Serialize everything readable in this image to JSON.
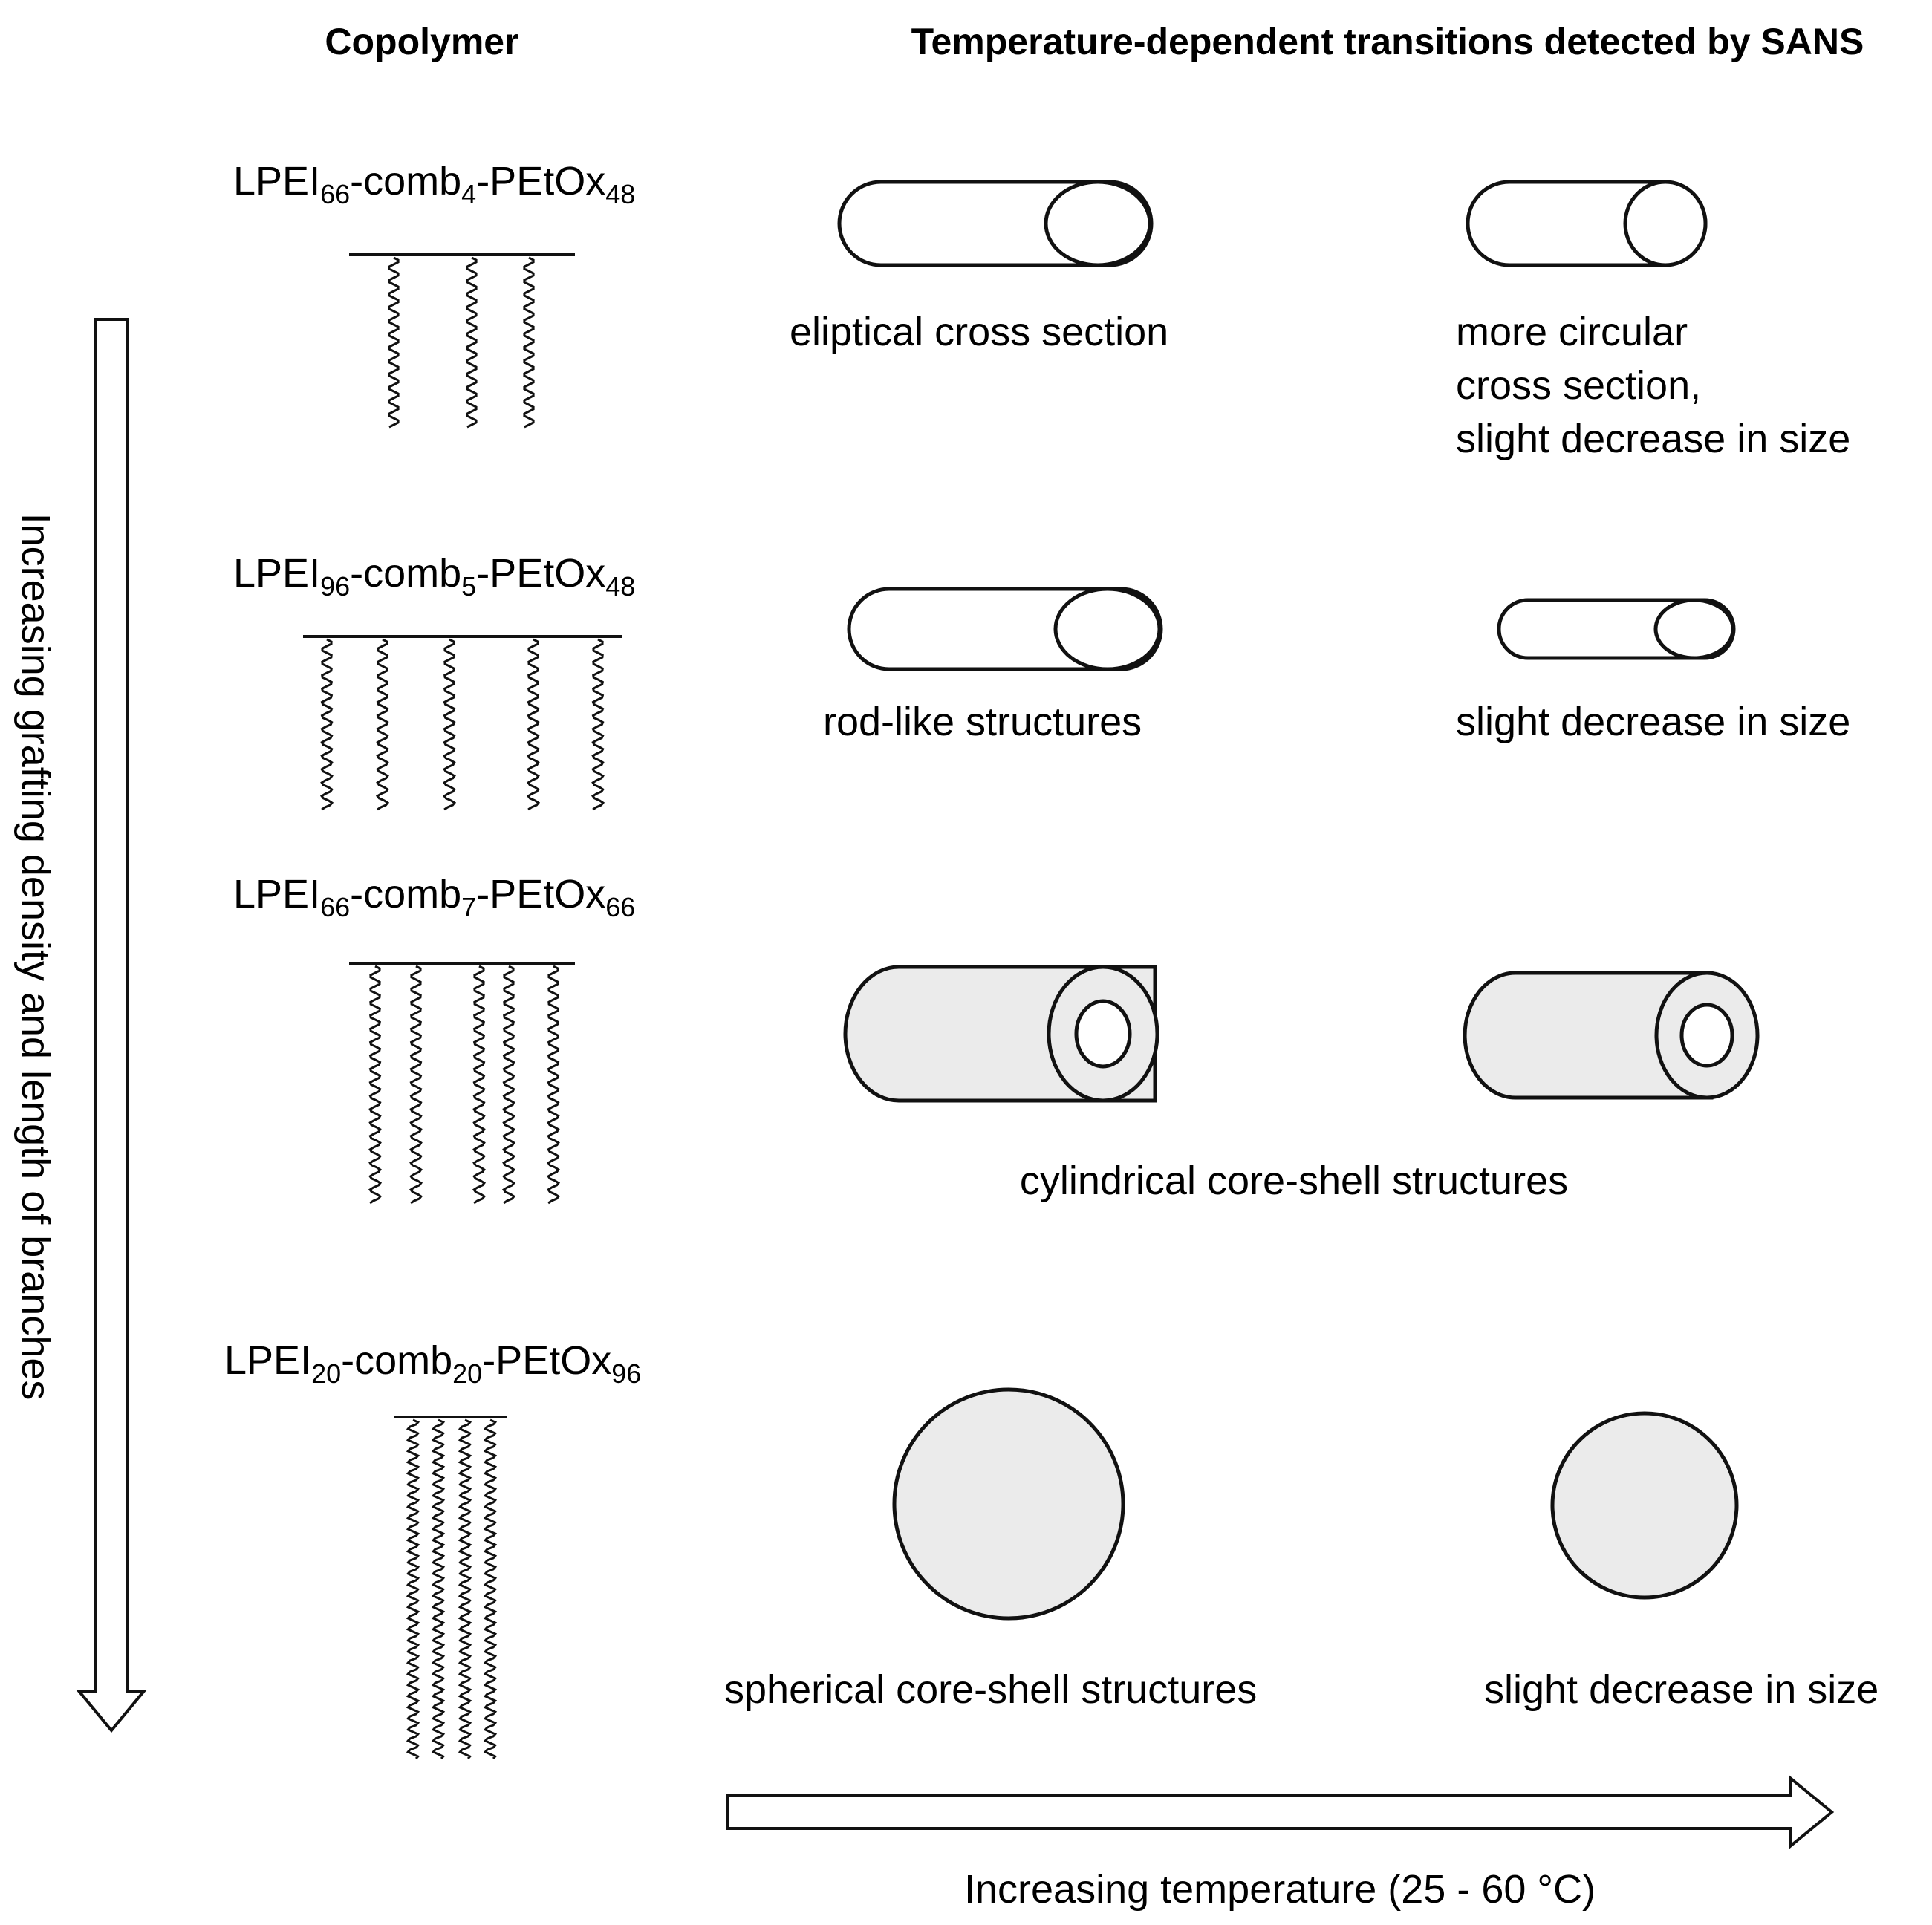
{
  "headers": {
    "copolymer": "Copolymer",
    "transitions": "Temperature-dependent transitions detected by SANS"
  },
  "copolymers": [
    {
      "base": "LPEI",
      "a": "66",
      "mid": "-comb",
      "b": "4",
      "end": "-PEtOx",
      "c": "48"
    },
    {
      "base": "LPEI",
      "a": "96",
      "mid": "-comb",
      "b": "5",
      "end": "-PEtOx",
      "c": "48"
    },
    {
      "base": "LPEI",
      "a": "66",
      "mid": "-comb",
      "b": "7",
      "end": "-PEtOx",
      "c": "66"
    },
    {
      "base": "LPEI",
      "a": "20",
      "mid": "-comb",
      "b": "20",
      "end": "-PEtOx",
      "c": "96"
    }
  ],
  "labels": {
    "row1_left": "eliptical cross section",
    "row1_right": [
      "more circular",
      "cross section,",
      "slight decrease in size"
    ],
    "row2_left": "rod-like structures",
    "row2_right": "slight decrease in size",
    "row3_center": "cylindrical core-shell structures",
    "row4_left": "spherical core-shell structures",
    "row4_right": "slight decrease in size"
  },
  "axes": {
    "vertical": "Increasing grafting density and length of branches",
    "horizontal": "Increasing temperature (25 - 60 °C)"
  }
}
